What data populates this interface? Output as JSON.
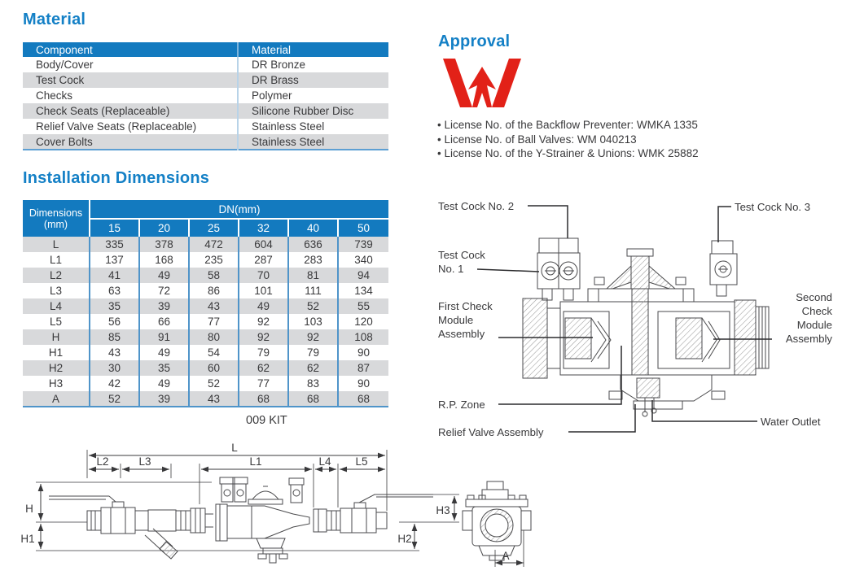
{
  "material": {
    "heading": "Material",
    "columns": [
      "Component",
      "Material"
    ],
    "rows": [
      {
        "component": "Body/Cover",
        "material": "DR Bronze"
      },
      {
        "component": "Test Cock",
        "material": "DR Brass"
      },
      {
        "component": "Checks",
        "material": "Polymer"
      },
      {
        "component": "Check Seats (Replaceable)",
        "material": "Silicone Rubber Disc"
      },
      {
        "component": "Relief Valve Seats (Replaceable)",
        "material": "Stainless Steel"
      },
      {
        "component": "Cover Bolts",
        "material": "Stainless Steel"
      }
    ]
  },
  "installation": {
    "heading": "Installation Dimensions",
    "corner_line1": "Dimensions",
    "corner_line2": "(mm)",
    "dn_header": "DN(mm)",
    "sizes": [
      "15",
      "20",
      "25",
      "32",
      "40",
      "50"
    ],
    "rows": [
      {
        "label": "L",
        "values": [
          "335",
          "378",
          "472",
          "604",
          "636",
          "739"
        ]
      },
      {
        "label": "L1",
        "values": [
          "137",
          "168",
          "235",
          "287",
          "283",
          "340"
        ]
      },
      {
        "label": "L2",
        "values": [
          "41",
          "49",
          "58",
          "70",
          "81",
          "94"
        ]
      },
      {
        "label": "L3",
        "values": [
          "63",
          "72",
          "86",
          "101",
          "111",
          "134"
        ]
      },
      {
        "label": "L4",
        "values": [
          "35",
          "39",
          "43",
          "49",
          "52",
          "55"
        ]
      },
      {
        "label": "L5",
        "values": [
          "56",
          "66",
          "77",
          "92",
          "103",
          "120"
        ]
      },
      {
        "label": "H",
        "values": [
          "85",
          "91",
          "80",
          "92",
          "92",
          "108"
        ]
      },
      {
        "label": "H1",
        "values": [
          "43",
          "49",
          "54",
          "79",
          "79",
          "90"
        ]
      },
      {
        "label": "H2",
        "values": [
          "30",
          "35",
          "60",
          "62",
          "62",
          "87"
        ]
      },
      {
        "label": "H3",
        "values": [
          "42",
          "49",
          "52",
          "77",
          "83",
          "90"
        ]
      },
      {
        "label": "A",
        "values": [
          "52",
          "39",
          "43",
          "68",
          "68",
          "68"
        ]
      }
    ]
  },
  "kit_label": "009 KIT",
  "approval": {
    "heading": "Approval",
    "logo_icon": "watermark-certification-logo",
    "logo_red": "#e22118",
    "licenses": [
      "License No. of the Backflow Preventer: WMKA 1335",
      "License No. of Ball Valves: WM 040213",
      "License No. of the Y-Strainer & Unions: WMK 25882"
    ]
  },
  "cutaway": {
    "test_cock_2": "Test Cock No. 2",
    "test_cock_3": "Test Cock No. 3",
    "test_cock_1": [
      "Test Cock",
      "No. 1"
    ],
    "first_check": [
      "First Check",
      "Module",
      "Assembly"
    ],
    "second_check": [
      "Second",
      "Check",
      "Module",
      "Assembly"
    ],
    "rp_zone": "R.P. Zone",
    "relief_valve": "Relief Valve Assembly",
    "water_outlet": "Water Outlet"
  },
  "kit_dims": {
    "L": "L",
    "L1": "L1",
    "L2": "L2",
    "L3": "L3",
    "L4": "L4",
    "L5": "L5",
    "H": "H",
    "H1": "H1",
    "H2": "H2",
    "H3": "H3",
    "A": "A"
  },
  "colors": {
    "heading_blue": "#1480c6",
    "table_header_blue": "#137abf",
    "row_stripe_gray": "#d8d9db",
    "column_line_blue": "#4f94c9",
    "logo_red": "#e22118",
    "text_dark": "#39393b"
  }
}
